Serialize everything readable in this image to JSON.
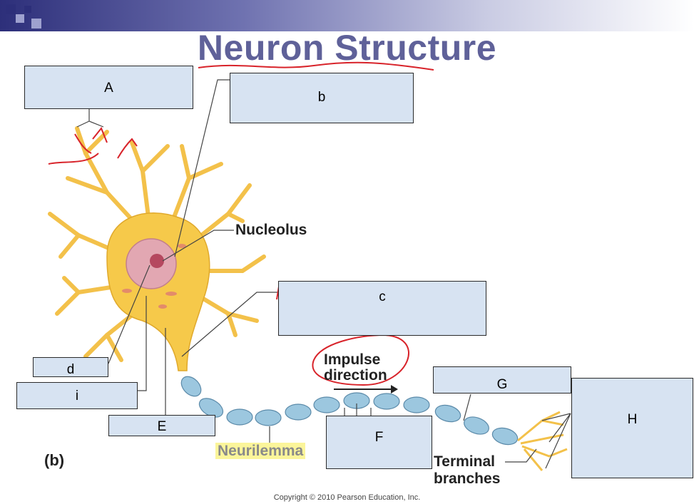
{
  "title": "Neuron Structure",
  "labels": {
    "nucleolus": "Nucleolus",
    "impulse_direction_line1": "Impulse",
    "impulse_direction_line2": "direction",
    "neurilemma": "Neurilemma",
    "terminal_branches_line1": "Terminal",
    "terminal_branches_line2": "branches",
    "panel_letter": "(b)"
  },
  "answer_boxes": {
    "A": "A",
    "b": "b",
    "c": "c",
    "d": "d",
    "i": "i",
    "E": "E",
    "F": "F",
    "G": "G",
    "H": "H"
  },
  "copyright": "Copyright © 2010 Pearson Education, Inc.",
  "colors": {
    "title": "#5f6199",
    "header_bar": "#2d2f7a",
    "box_fill": "#d7e3f2",
    "neuron_body": "#f6c94a",
    "myelin": "#9cc7df",
    "annotation_ink": "#d8232a"
  }
}
